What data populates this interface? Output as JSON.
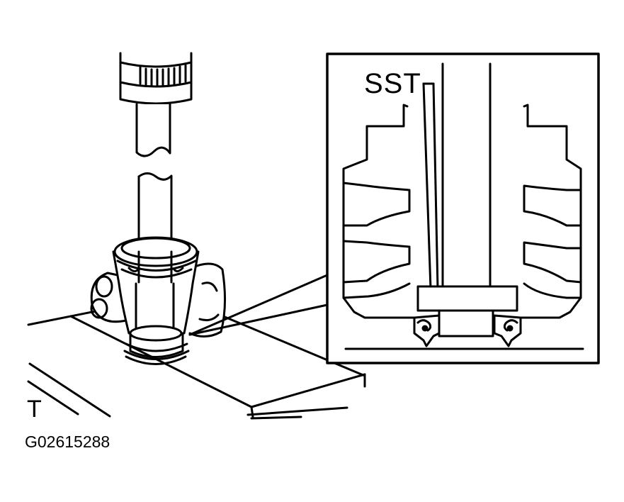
{
  "labels": {
    "sst": "SST",
    "t": "T",
    "figure_code": "G02615288"
  },
  "colors": {
    "ink": "#000000",
    "paper": "#ffffff"
  }
}
